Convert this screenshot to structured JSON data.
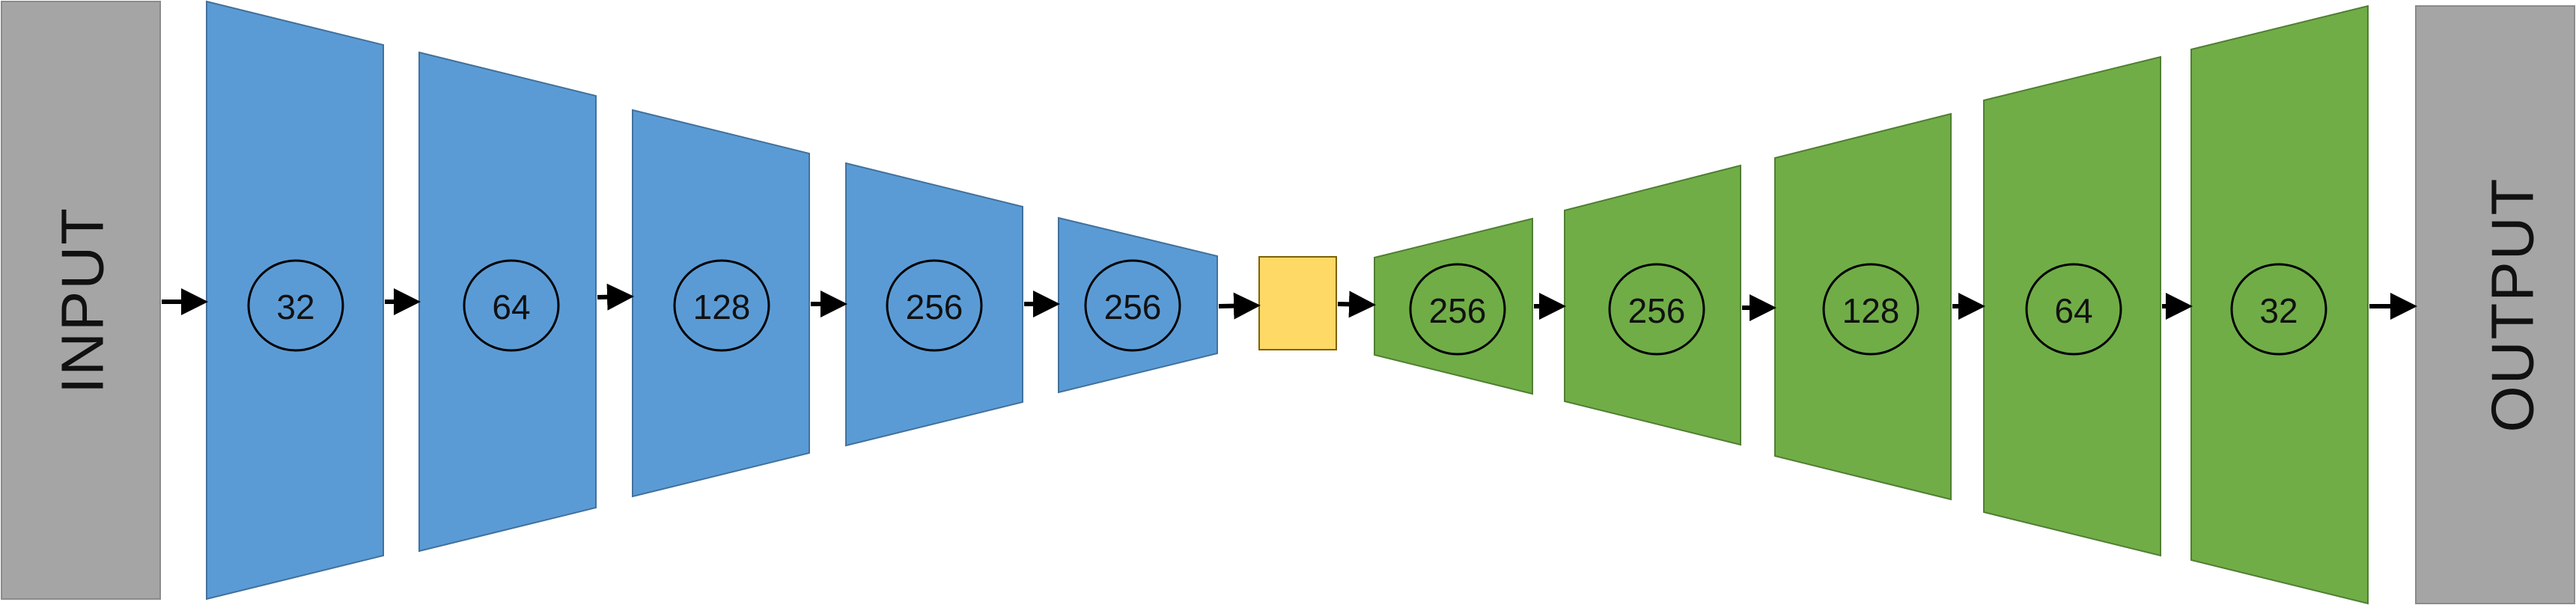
{
  "input": {
    "label": "INPUT",
    "color": "#a5a5a5"
  },
  "output": {
    "label": "OUTPUT",
    "color": "#a5a5a5"
  },
  "encoder": {
    "color": "#5b9bd5",
    "blocks": [
      {
        "label": "32"
      },
      {
        "label": "64"
      },
      {
        "label": "128"
      },
      {
        "label": "256"
      },
      {
        "label": "256"
      }
    ]
  },
  "bottleneck": {
    "color": "#ffd966"
  },
  "decoder": {
    "color": "#70ad47",
    "blocks": [
      {
        "label": "256"
      },
      {
        "label": "256"
      },
      {
        "label": "128"
      },
      {
        "label": "64"
      },
      {
        "label": "32"
      }
    ]
  },
  "arrow_color": "#000000"
}
